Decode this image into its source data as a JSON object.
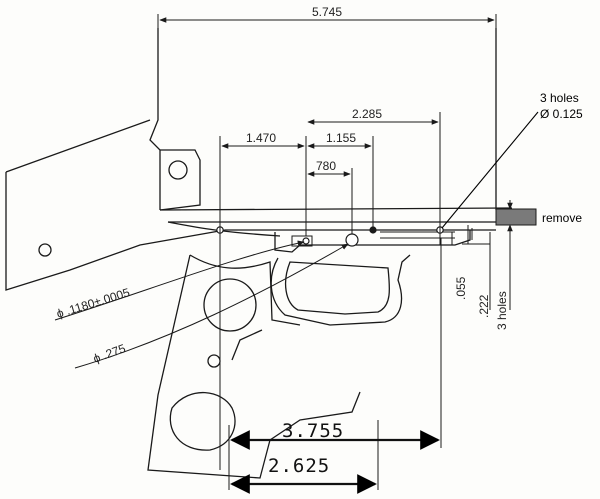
{
  "dimensions": {
    "overall": "5.745",
    "front_hole": "2.285",
    "rear_hole": "1.470",
    "middle_span": "1.155",
    "small_span": "780",
    "lower_long": "3.755",
    "lower_short": "2.625",
    "step_height": ".055",
    "hole_height": ".222",
    "hole_count_label": "3 holes"
  },
  "callouts": {
    "holes_title": "3 holes",
    "holes_diameter": "Ø 0.125",
    "remove": "remove",
    "pin_diameter": "ϕ .1180±.0005",
    "bore_diameter": "ϕ .275"
  },
  "colors": {
    "line": "#1a1a1a",
    "remove_fill": "#7a7a7a"
  }
}
